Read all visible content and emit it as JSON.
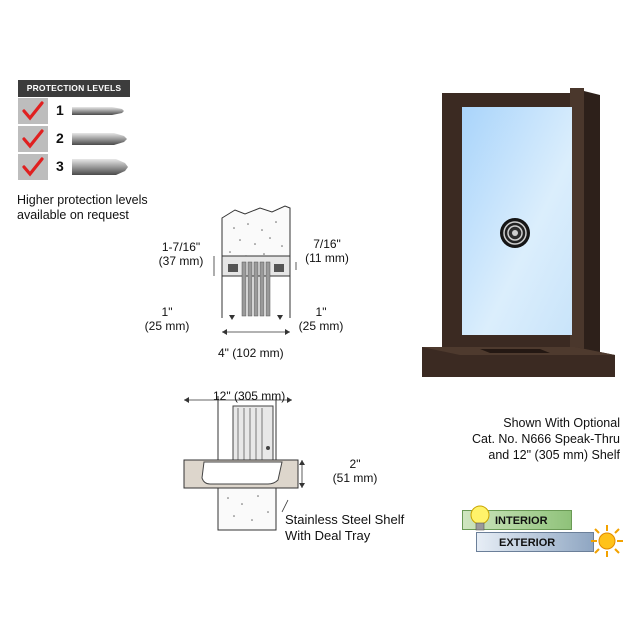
{
  "protection": {
    "header": "PROTECTION LEVELS",
    "levels": [
      "1",
      "2",
      "3"
    ],
    "note_line1": "Higher protection levels",
    "note_line2": "available on request"
  },
  "section_dims": {
    "top_left_a": "1-7/16\"",
    "top_left_b": "(37 mm)",
    "top_right_a": "7/16\"",
    "top_right_b": "(11 mm)",
    "mid_left_a": "1\"",
    "mid_left_b": "(25 mm)",
    "mid_right_a": "1\"",
    "mid_right_b": "(25 mm)",
    "bottom": "4\" (102 mm)"
  },
  "shelf_dims": {
    "width": "12\" (305 mm)",
    "height_a": "2\"",
    "height_b": "(51 mm)",
    "caption_line1": "Stainless Steel Shelf",
    "caption_line2": "With Deal Tray"
  },
  "product_caption": {
    "line1": "Shown With Optional",
    "line2": "Cat. No. N666 Speak-Thru",
    "line3": "and 12\" (305 mm) Shelf"
  },
  "legend": {
    "interior": "INTERIOR",
    "exterior": "EXTERIOR"
  },
  "colors": {
    "frame": "#3b2a22",
    "glass": "#cfe6fb",
    "check": "#e02020"
  }
}
